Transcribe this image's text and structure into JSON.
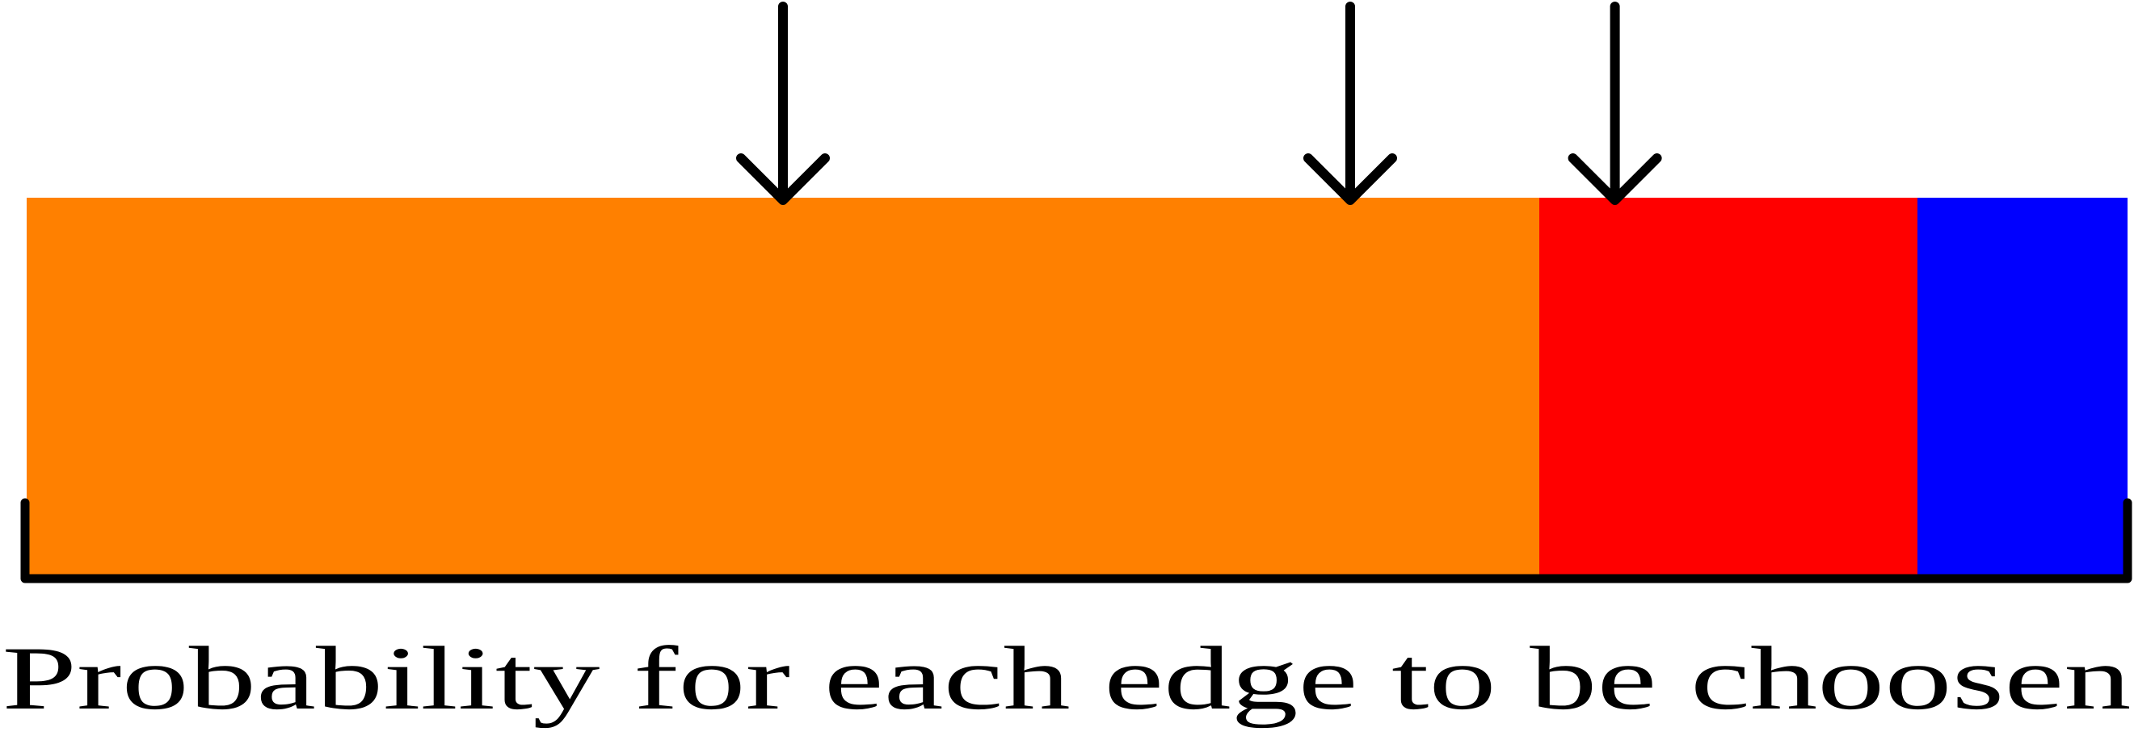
{
  "caption": "Probability for each edge to be choosen",
  "segments": [
    {
      "name": "orange-segment",
      "share": 0.72,
      "color": "#FF8000"
    },
    {
      "name": "red-segment",
      "share": 0.18,
      "color": "#FF0000"
    },
    {
      "name": "blue-segment",
      "share": 0.1,
      "color": "#0000FF"
    }
  ],
  "samples": [
    0.36,
    0.63,
    0.756
  ],
  "colors": {
    "stroke": "#000000",
    "background": "#FFFFFF"
  }
}
